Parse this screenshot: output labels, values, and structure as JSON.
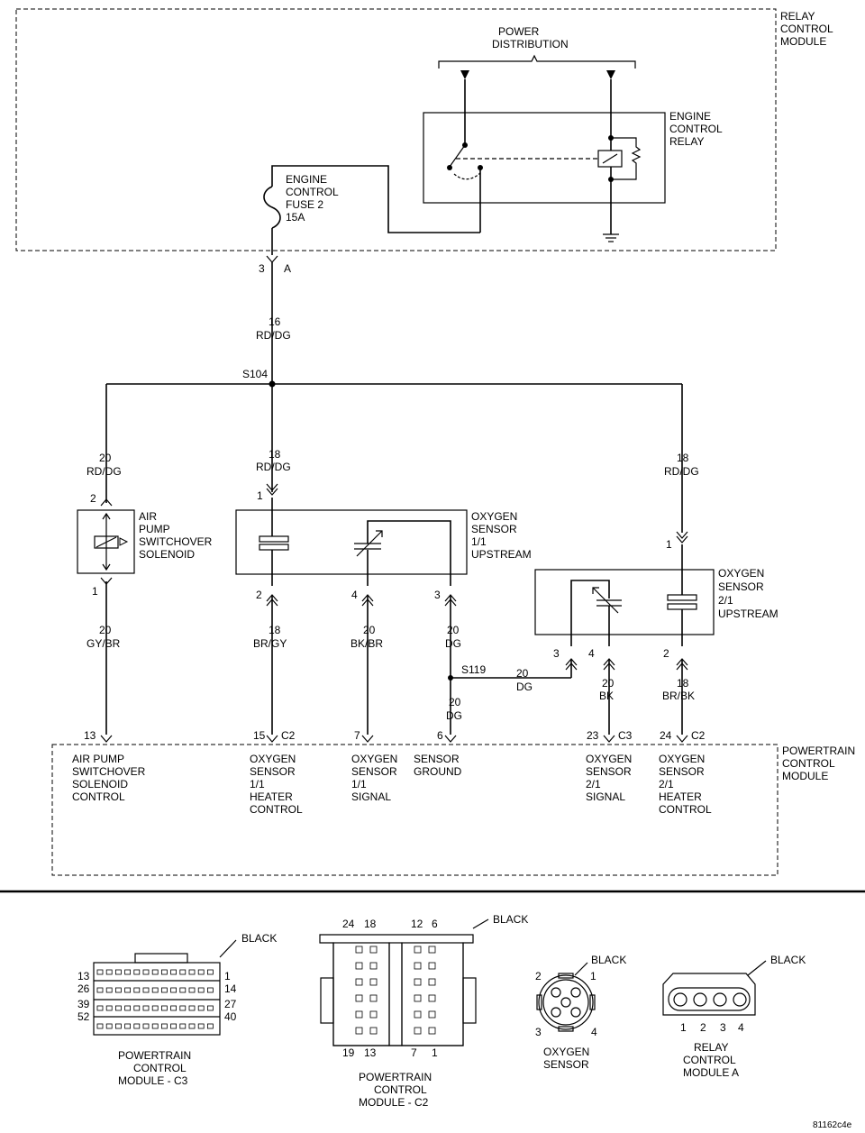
{
  "relay_module": {
    "l1": "RELAY",
    "l2": "CONTROL",
    "l3": "MODULE"
  },
  "power_distribution": {
    "l1": "POWER",
    "l2": "DISTRIBUTION"
  },
  "engine_relay": {
    "l1": "ENGINE",
    "l2": "CONTROL",
    "l3": "RELAY"
  },
  "fuse": {
    "l1": "ENGINE",
    "l2": "CONTROL",
    "l3": "FUSE 2",
    "l4": "15A"
  },
  "fuse_connector": {
    "pin": "3",
    "conn": "A"
  },
  "main_wire": {
    "gauge": "16",
    "color": "RD/DG"
  },
  "splice_s104": "S104",
  "air_pump": {
    "l1": "AIR",
    "l2": "PUMP",
    "l3": "SWITCHOVER",
    "l4": "SOLENOID",
    "pin_top": "2",
    "pin_bottom": "1",
    "wire_top": {
      "gauge": "20",
      "color": "RD/DG"
    },
    "wire_bottom": {
      "gauge": "20",
      "color": "GY/BR"
    }
  },
  "o2_upstream": {
    "l1": "OXYGEN",
    "l2": "SENSOR",
    "l3": "1/1",
    "l4": "UPSTREAM",
    "pin1": "1",
    "pin2": "2",
    "pin4": "4",
    "pin3": "3",
    "wire_in": {
      "gauge": "18",
      "color": "RD/DG"
    },
    "wire_heater": {
      "gauge": "18",
      "color": "BR/GY"
    },
    "wire_signal": {
      "gauge": "20",
      "color": "BK/BR"
    },
    "wire_ground": {
      "gauge": "20",
      "color": "DG"
    }
  },
  "o2_downstream": {
    "l1": "OXYGEN",
    "l2": "SENSOR",
    "l3": "2/1",
    "l4": "UPSTREAM",
    "pin1": "1",
    "pin3": "3",
    "pin4": "4",
    "pin2": "2",
    "wire_in": {
      "gauge": "18",
      "color": "RD/DG"
    },
    "wire_ground": {
      "gauge": "20",
      "color": "DG"
    },
    "wire_signal": {
      "gauge": "20",
      "color": "BK"
    },
    "wire_heater": {
      "gauge": "18",
      "color": "BR/BK"
    }
  },
  "splice_s119": "S119",
  "ground_wire": {
    "gauge": "20",
    "color": "DG"
  },
  "pcm": {
    "l1": "POWERTRAIN",
    "l2": "CONTROL",
    "l3": "MODULE",
    "pins": [
      {
        "pin": "13",
        "conn": "",
        "lines": [
          "AIR PUMP",
          "SWITCHOVER",
          "SOLENOID",
          "CONTROL"
        ]
      },
      {
        "pin": "15",
        "conn": "C2",
        "lines": [
          "OXYGEN",
          "SENSOR",
          "1/1",
          "HEATER",
          "CONTROL"
        ]
      },
      {
        "pin": "7",
        "conn": "",
        "lines": [
          "OXYGEN",
          "SENSOR",
          "1/1",
          "SIGNAL"
        ]
      },
      {
        "pin": "6",
        "conn": "",
        "lines": [
          "SENSOR",
          "GROUND"
        ]
      },
      {
        "pin": "23",
        "conn": "C3",
        "lines": [
          "OXYGEN",
          "SENSOR",
          "2/1",
          "SIGNAL"
        ]
      },
      {
        "pin": "24",
        "conn": "C2",
        "lines": [
          "OXYGEN",
          "SENSOR",
          "2/1",
          "HEATER",
          "CONTROL"
        ]
      }
    ]
  },
  "connectors": {
    "pcm_c3": {
      "color": "BLACK",
      "title": [
        "POWERTRAIN",
        "CONTROL",
        "MODULE - C3"
      ],
      "left_pins": [
        "13",
        "26",
        "39",
        "52"
      ],
      "right_pins": [
        "1",
        "14",
        "27",
        "40"
      ]
    },
    "pcm_c2": {
      "color": "BLACK",
      "title": [
        "POWERTRAIN",
        "CONTROL",
        "MODULE - C2"
      ],
      "top_pins": [
        "24",
        "18",
        "12",
        "6"
      ],
      "bottom_pins": [
        "19",
        "13",
        "7",
        "1"
      ]
    },
    "oxygen": {
      "color": "BLACK",
      "title": [
        "OXYGEN",
        "SENSOR"
      ],
      "pins": [
        "2",
        "1",
        "3",
        "4"
      ]
    },
    "relay": {
      "color": "BLACK",
      "title": [
        "RELAY",
        "CONTROL",
        "MODULE A"
      ],
      "pins": [
        "1",
        "2",
        "3",
        "4"
      ]
    }
  },
  "figure_id": "81162c4e"
}
